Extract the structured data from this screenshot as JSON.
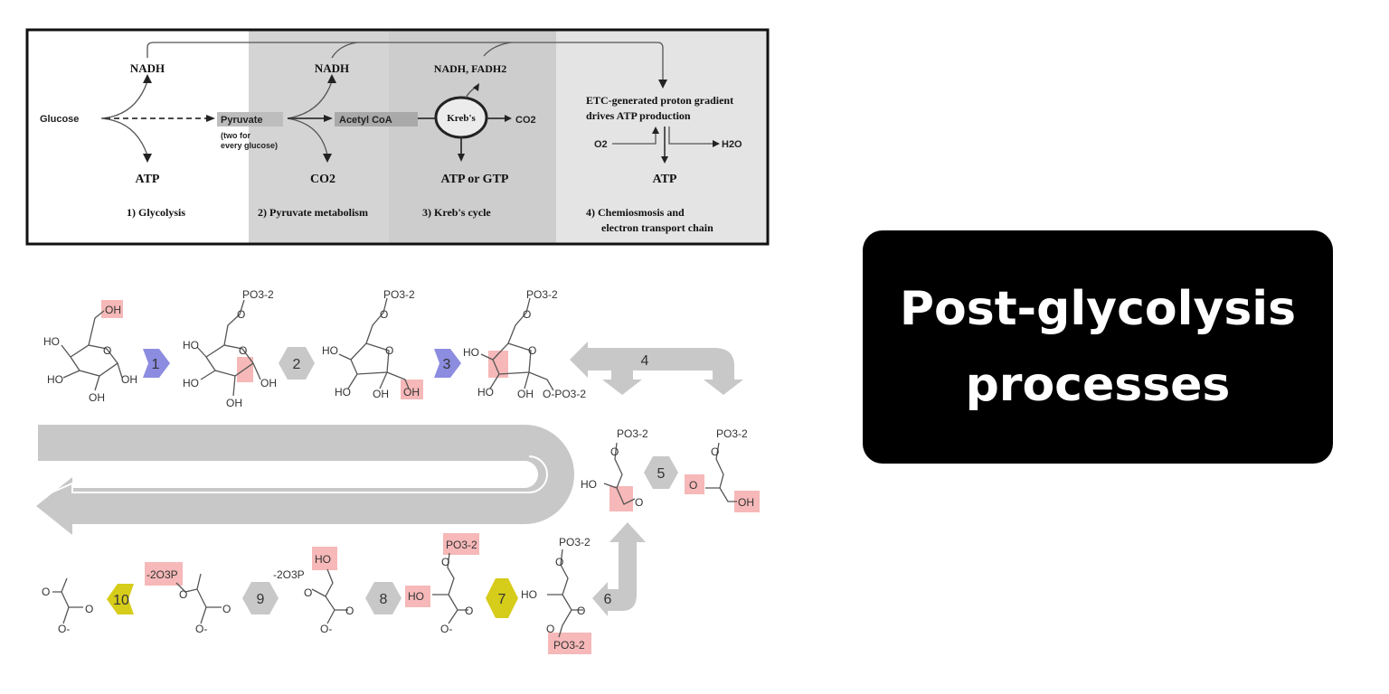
{
  "respiration_diagram": {
    "nadh_1": "NADH",
    "glucose": "Glucose",
    "pyruvate": "Pyruvate",
    "pyruvate_note_1": "(two for",
    "pyruvate_note_2": "every glucose)",
    "atp_1": "ATP",
    "stage_1": "1) Glycolysis",
    "nadh_2": "NADH",
    "co2_1": "CO2",
    "stage_2": "2) Pyruvate metabolism",
    "acetyl_coa": "Acetyl CoA",
    "krebs": "Kreb's",
    "co2_2": "CO2",
    "nadh_fadh2": "NADH, FADH2",
    "atp_gtp": "ATP or GTP",
    "stage_3": "3) Kreb's cycle",
    "etc_1": "ETC-generated proton gradient",
    "etc_2": "drives ATP production",
    "o2": "O2",
    "h2o": "H2O",
    "atp_4": "ATP",
    "stage_4_1": "4) Chemiosmosis and",
    "stage_4_2": "electron transport chain",
    "colors": {
      "stage_2_bg": "#d4d4d4",
      "stage_3_bg": "#cdcdcd",
      "stage_4_bg": "#e4e4e4"
    }
  },
  "glycolysis_pathway": {
    "steps": [
      "1",
      "2",
      "3",
      "4",
      "5",
      "6",
      "7",
      "8",
      "9",
      "10"
    ],
    "atoms": {
      "m1": [
        "OH",
        "HO",
        "HO",
        "O",
        "OH",
        "OH"
      ],
      "m2": [
        "PO3-2",
        "O",
        "HO",
        "HO",
        "O",
        "OH",
        "OH"
      ],
      "m3": [
        "PO3-2",
        "O",
        "HO",
        "O",
        "HO",
        "OH",
        "OH"
      ],
      "m4": [
        "PO3-2",
        "O",
        "HO",
        "O",
        "HO",
        "OH",
        "O-PO3-2"
      ],
      "m5a": [
        "PO3-2",
        "O",
        "HO",
        "O"
      ],
      "m5b": [
        "PO3-2",
        "O",
        "O",
        "OH"
      ],
      "m6": [
        "PO3-2",
        "O",
        "HO",
        "O",
        "O",
        "PO3-2"
      ],
      "m7": [
        "PO3-2",
        "O",
        "HO",
        "O",
        "O-"
      ],
      "m8": [
        "HO",
        "-2O3P",
        "O",
        "O",
        "O-"
      ],
      "m9": [
        "-2O3P",
        "O",
        "O",
        "O-"
      ],
      "m10": [
        "O",
        "O",
        "O-"
      ]
    },
    "colors": {
      "enzyme_blue": "#8c8ce0",
      "enzyme_yellow": "#d6cc1a",
      "arrow_grey": "#c8c8c8",
      "highlight": "#f6b8b8"
    }
  },
  "title": {
    "line_1": "Post-glycolysis",
    "line_2": "processes"
  }
}
